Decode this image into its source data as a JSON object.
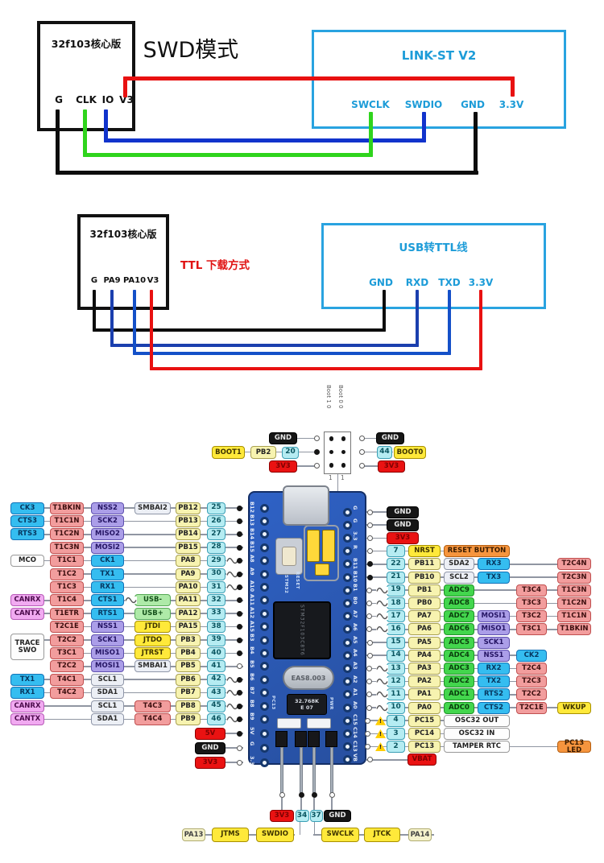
{
  "swd": {
    "title": "SWD模式",
    "left_box": {
      "title": "32f103核心版",
      "pins": [
        "G",
        "CLK",
        "IO",
        "V3"
      ]
    },
    "right_box": {
      "title": "LINK-ST V2",
      "pins": [
        "SWCLK",
        "SWDIO",
        "GND",
        "3.3V"
      ]
    }
  },
  "ttl": {
    "title": "TTL 下载方式",
    "left_box": {
      "title": "32f103核心版",
      "pins": [
        "G",
        "PA9",
        "PA10",
        "V3"
      ]
    },
    "right_box": {
      "title": "USB转TTL线",
      "pins": [
        "GND",
        "RXD",
        "TXD",
        "3.3V"
      ]
    }
  },
  "boot": {
    "col1": "Boot 1 0",
    "col2": "Boot 0 0",
    "one": "1",
    "left": {
      "top": "GND",
      "boxes": [
        [
          "BOOT1",
          "yellow"
        ],
        [
          "PB2",
          "port"
        ],
        [
          "20",
          "cyan"
        ]
      ],
      "bottom": "3V3"
    },
    "right": {
      "top": "GND",
      "boxes": [
        [
          "44",
          "cyan"
        ],
        [
          "BOOT0",
          "yellow"
        ]
      ],
      "bottom": "3V3"
    }
  },
  "board": {
    "chip": "STM32F103C8T6",
    "silk_mcu": "STM32",
    "silk_reset": "RESET",
    "silk_pc13": "PC13",
    "silk_pwr": "PWR",
    "crystal": "EAS8.003",
    "rtc": "32.768K",
    "rtc_sub": "E  07",
    "left_strip": [
      "B12",
      "B13",
      "B14",
      "B15",
      "A8",
      "A9",
      "A10",
      "A11",
      "A12",
      "A15",
      "B3",
      "B4",
      "B5",
      "B6",
      "B7",
      "B8",
      "B9",
      "5V",
      "G",
      "3.3"
    ],
    "right_strip": [
      "G",
      "G",
      "3.3",
      "R",
      "B11",
      "B10",
      "B1",
      "B0",
      "A7",
      "A6",
      "A5",
      "A4",
      "A3",
      "A2",
      "A1",
      "A0",
      "C15",
      "C14",
      "C13",
      "VB"
    ]
  },
  "left_rows": [
    {
      "cells": [
        [
          "A",
          "CK3",
          "blue"
        ],
        [
          "B",
          "T1BKIN",
          "red"
        ],
        [
          "C",
          "NSS2",
          "purple"
        ],
        [
          "D",
          "SMBAI2",
          "gray"
        ],
        [
          "E",
          "PB12",
          "port"
        ],
        [
          "F",
          "25",
          "cyan"
        ]
      ],
      "mark": "dot"
    },
    {
      "cells": [
        [
          "A",
          "CTS3",
          "blue"
        ],
        [
          "B",
          "T1C1N",
          "red"
        ],
        [
          "C",
          "SCK2",
          "purple"
        ],
        [
          "E",
          "PB13",
          "port"
        ],
        [
          "F",
          "26",
          "cyan"
        ]
      ],
      "mark": "dot"
    },
    {
      "cells": [
        [
          "A",
          "RTS3",
          "blue"
        ],
        [
          "B",
          "T1C2N",
          "red"
        ],
        [
          "C",
          "MISO2",
          "purple"
        ],
        [
          "E",
          "PB14",
          "port"
        ],
        [
          "F",
          "27",
          "cyan"
        ]
      ],
      "mark": "dot"
    },
    {
      "cells": [
        [
          "B",
          "T1C3N",
          "red"
        ],
        [
          "C",
          "MOSI2",
          "purple"
        ],
        [
          "E",
          "PB15",
          "port"
        ],
        [
          "F",
          "28",
          "cyan"
        ]
      ],
      "mark": "dot"
    },
    {
      "cells": [
        [
          "A",
          "MCO",
          "white"
        ],
        [
          "B",
          "T1C1",
          "red"
        ],
        [
          "C",
          "CK1",
          "blue"
        ],
        [
          "E",
          "PA8",
          "port"
        ],
        [
          "F",
          "29",
          "cyan"
        ]
      ],
      "mark": "sq"
    },
    {
      "cells": [
        [
          "B",
          "T1C2",
          "red"
        ],
        [
          "C",
          "TX1",
          "blue"
        ],
        [
          "E",
          "PA9",
          "port"
        ],
        [
          "F",
          "30",
          "cyan"
        ]
      ],
      "mark": "sq"
    },
    {
      "cells": [
        [
          "B",
          "T1C3",
          "red"
        ],
        [
          "C",
          "RX1",
          "blue"
        ],
        [
          "E",
          "PA10",
          "port"
        ],
        [
          "F",
          "31",
          "cyan"
        ]
      ],
      "mark": "sq"
    },
    {
      "cells": [
        [
          "A",
          "CANRX",
          "violet"
        ],
        [
          "B",
          "T1C4",
          "red"
        ],
        [
          "C",
          "CTS1",
          "blue"
        ],
        [
          "D",
          "USB-",
          "lgreen"
        ],
        [
          "E",
          "PA11",
          "port"
        ],
        [
          "F",
          "32",
          "cyan"
        ]
      ],
      "mark": "dot",
      "midsq": true
    },
    {
      "cells": [
        [
          "A",
          "CANTX",
          "violet"
        ],
        [
          "B",
          "T1ETR",
          "red"
        ],
        [
          "C",
          "RTS1",
          "blue"
        ],
        [
          "D",
          "USB+",
          "lgreen"
        ],
        [
          "E",
          "PA12",
          "port"
        ],
        [
          "F",
          "33",
          "cyan"
        ]
      ],
      "mark": "dot"
    },
    {
      "cells": [
        [
          "B",
          "T2C1E",
          "red"
        ],
        [
          "C",
          "NSS1",
          "purple"
        ],
        [
          "D",
          "JTDI",
          "yellow"
        ],
        [
          "E",
          "PA15",
          "port"
        ],
        [
          "F",
          "38",
          "cyan"
        ]
      ],
      "mark": "dot"
    },
    {
      "cells": [
        [
          "A",
          "TRACE SWO",
          "white",
          "tall"
        ],
        [
          "B",
          "T2C2",
          "red"
        ],
        [
          "C",
          "SCK1",
          "purple"
        ],
        [
          "D",
          "JTDO",
          "yellow"
        ],
        [
          "E",
          "PB3",
          "port"
        ],
        [
          "F",
          "39",
          "cyan"
        ]
      ],
      "mark": "dot"
    },
    {
      "cells": [
        [
          "B",
          "T3C1",
          "red"
        ],
        [
          "C",
          "MISO1",
          "purple"
        ],
        [
          "D",
          "JTRST",
          "yellow"
        ],
        [
          "E",
          "PB4",
          "port"
        ],
        [
          "F",
          "40",
          "cyan"
        ]
      ],
      "mark": "dot"
    },
    {
      "cells": [
        [
          "B",
          "T2C2",
          "red"
        ],
        [
          "C",
          "MOSI1",
          "purple"
        ],
        [
          "D",
          "SMBAI1",
          "gray"
        ],
        [
          "E",
          "PB5",
          "port"
        ],
        [
          "F",
          "41",
          "cyan"
        ]
      ],
      "mark": "circ"
    },
    {
      "cells": [
        [
          "A",
          "TX1",
          "blue"
        ],
        [
          "B",
          "T4C1",
          "red"
        ],
        [
          "C",
          "SCL1",
          "gray"
        ],
        [
          "E",
          "PB6",
          "port"
        ],
        [
          "F",
          "42",
          "cyan"
        ]
      ],
      "mark": "sq"
    },
    {
      "cells": [
        [
          "A",
          "RX1",
          "blue"
        ],
        [
          "B",
          "T4C2",
          "red"
        ],
        [
          "C",
          "SDA1",
          "gray"
        ],
        [
          "E",
          "PB7",
          "port"
        ],
        [
          "F",
          "43",
          "cyan"
        ]
      ],
      "mark": "sq"
    },
    {
      "cells": [
        [
          "A",
          "CANRX",
          "violet"
        ],
        [
          "C",
          "SCL1",
          "gray"
        ],
        [
          "D",
          "T4C3",
          "red"
        ],
        [
          "E",
          "PB8",
          "port"
        ],
        [
          "F",
          "45",
          "cyan"
        ]
      ],
      "mark": "sq"
    },
    {
      "cells": [
        [
          "A",
          "CANTX",
          "violet"
        ],
        [
          "C",
          "SDA1",
          "gray"
        ],
        [
          "D",
          "T4C4",
          "red"
        ],
        [
          "E",
          "PB9",
          "port"
        ],
        [
          "F",
          "46",
          "cyan"
        ]
      ],
      "mark": "sq"
    }
  ],
  "left_power": [
    [
      "5V",
      "pwr",
      "dot"
    ],
    [
      "GND",
      "gnd",
      "circ"
    ],
    [
      "3V3",
      "pwr",
      "circ"
    ]
  ],
  "right_rows": [
    {
      "cells": [
        [
          "g",
          "GND",
          "gnd"
        ]
      ],
      "mark": "circ"
    },
    {
      "cells": [
        [
          "g",
          "GND",
          "gnd"
        ]
      ],
      "mark": "circ"
    },
    {
      "cells": [
        [
          "g",
          "3V3",
          "pwr"
        ]
      ],
      "mark": "circ"
    },
    {
      "cells": [
        [
          "n",
          "7",
          "cyan"
        ],
        [
          "p",
          "NRST",
          "yellow"
        ],
        [
          "w",
          "RESET BUTTON",
          "orange"
        ]
      ],
      "mark": "circ"
    },
    {
      "cells": [
        [
          "n",
          "22",
          "cyan"
        ],
        [
          "p",
          "PB11",
          "port"
        ],
        [
          "c3",
          "SDA2",
          "gray"
        ],
        [
          "c4",
          "RX3",
          "blue"
        ],
        [
          "c6",
          "T2C4N",
          "red"
        ]
      ],
      "mark": "dot"
    },
    {
      "cells": [
        [
          "n",
          "21",
          "cyan"
        ],
        [
          "p",
          "PB10",
          "port"
        ],
        [
          "c3",
          "SCL2",
          "gray"
        ],
        [
          "c4",
          "TX3",
          "blue"
        ],
        [
          "c6",
          "T2C3N",
          "red"
        ]
      ],
      "mark": "dot"
    },
    {
      "cells": [
        [
          "n",
          "19",
          "cyan"
        ],
        [
          "p",
          "PB1",
          "port"
        ],
        [
          "c3",
          "ADC9",
          "green"
        ],
        [
          "c5",
          "T3C4",
          "red"
        ],
        [
          "c6",
          "T1C3N",
          "red"
        ]
      ],
      "mark": "sqo"
    },
    {
      "cells": [
        [
          "n",
          "18",
          "cyan"
        ],
        [
          "p",
          "PB0",
          "port"
        ],
        [
          "c3",
          "ADC8",
          "green"
        ],
        [
          "c5",
          "T3C3",
          "red"
        ],
        [
          "c6",
          "T1C2N",
          "red"
        ]
      ],
      "mark": "sqo"
    },
    {
      "cells": [
        [
          "n",
          "17",
          "cyan"
        ],
        [
          "p",
          "PA7",
          "port"
        ],
        [
          "c3",
          "ADC7",
          "green"
        ],
        [
          "c4",
          "MOSI1",
          "purple"
        ],
        [
          "c5",
          "T3C2",
          "red"
        ],
        [
          "c6",
          "T1C1N",
          "red"
        ]
      ],
      "mark": "sqo"
    },
    {
      "cells": [
        [
          "n",
          "16",
          "cyan"
        ],
        [
          "p",
          "PA6",
          "port"
        ],
        [
          "c3",
          "ADC6",
          "green"
        ],
        [
          "c4",
          "MISO1",
          "purple"
        ],
        [
          "c5",
          "T3C1",
          "red"
        ],
        [
          "c6",
          "T1BKIN",
          "red"
        ]
      ],
      "mark": "sqo"
    },
    {
      "cells": [
        [
          "n",
          "15",
          "cyan"
        ],
        [
          "p",
          "PA5",
          "port"
        ],
        [
          "c3",
          "ADC5",
          "green"
        ],
        [
          "c4",
          "SCK1",
          "purple"
        ]
      ],
      "mark": "circ"
    },
    {
      "cells": [
        [
          "n",
          "14",
          "cyan"
        ],
        [
          "p",
          "PA4",
          "port"
        ],
        [
          "c3",
          "ADC4",
          "green"
        ],
        [
          "c4",
          "NSS1",
          "purple"
        ],
        [
          "c5",
          "CK2",
          "blue"
        ]
      ],
      "mark": "circ"
    },
    {
      "cells": [
        [
          "n",
          "13",
          "cyan"
        ],
        [
          "p",
          "PA3",
          "port"
        ],
        [
          "c3",
          "ADC3",
          "green"
        ],
        [
          "c4",
          "RX2",
          "blue"
        ],
        [
          "c5",
          "T2C4",
          "red"
        ]
      ],
      "mark": "sqo"
    },
    {
      "cells": [
        [
          "n",
          "12",
          "cyan"
        ],
        [
          "p",
          "PA2",
          "port"
        ],
        [
          "c3",
          "ADC2",
          "green"
        ],
        [
          "c4",
          "TX2",
          "blue"
        ],
        [
          "c5",
          "T2C3",
          "red"
        ]
      ],
      "mark": "sqo"
    },
    {
      "cells": [
        [
          "n",
          "11",
          "cyan"
        ],
        [
          "p",
          "PA1",
          "port"
        ],
        [
          "c3",
          "ADC1",
          "green"
        ],
        [
          "c4",
          "RTS2",
          "blue"
        ],
        [
          "c5",
          "T2C2",
          "red"
        ]
      ],
      "mark": "sqo"
    },
    {
      "cells": [
        [
          "n",
          "10",
          "cyan"
        ],
        [
          "p",
          "PA0",
          "port"
        ],
        [
          "c3",
          "ADC0",
          "green"
        ],
        [
          "c4",
          "CTS2",
          "blue"
        ],
        [
          "c5",
          "T2C1E",
          "red"
        ],
        [
          "c6",
          "WKUP",
          "yellow"
        ]
      ],
      "mark": "sqo"
    },
    {
      "cells": [
        [
          "n",
          "4",
          "cyan"
        ],
        [
          "p",
          "PC15",
          "port"
        ],
        [
          "w",
          "OSC32 OUT",
          "white"
        ]
      ],
      "mark": "warn"
    },
    {
      "cells": [
        [
          "n",
          "3",
          "cyan"
        ],
        [
          "p",
          "PC14",
          "port"
        ],
        [
          "w",
          "OSC32 IN",
          "white"
        ]
      ],
      "mark": "warn"
    },
    {
      "cells": [
        [
          "n",
          "2",
          "cyan"
        ],
        [
          "p",
          "PC13",
          "port"
        ],
        [
          "w",
          "TAMPER RTC",
          "white"
        ],
        [
          "c6",
          "PC13 LED",
          "orange"
        ]
      ],
      "mark": "warn"
    },
    {
      "cells": [
        [
          "v",
          "VBAT",
          "pwr"
        ]
      ],
      "mark": "circ"
    }
  ],
  "bottom": {
    "power": [
      [
        "3V3",
        "pwr",
        "circ"
      ],
      [
        "34",
        "cyan",
        "dot"
      ],
      [
        "37",
        "cyan",
        "dot"
      ],
      [
        "GND",
        "gnd",
        "circ"
      ]
    ],
    "row": [
      [
        "PA13",
        "palest"
      ],
      [
        "JTMS",
        "yellow"
      ],
      [
        "SWDIO",
        "yellow"
      ],
      [
        "SWCLK",
        "yellow"
      ],
      [
        "JTCK",
        "yellow"
      ],
      [
        "PA14",
        "palest"
      ]
    ]
  },
  "colors": {
    "wire_red": "#e81111",
    "wire_green": "#2fd41c",
    "wire_blue": "#1133cc",
    "wire_black": "#0d0d0d",
    "wire_navy": "#1b3fae",
    "wire_mblue": "#1450c8",
    "box_cyan_border": "#29a3e0",
    "link_text": "#1d9cd8",
    "ttl_label_red": "#e01212",
    "pcb_blue": "#2b5cbe"
  }
}
